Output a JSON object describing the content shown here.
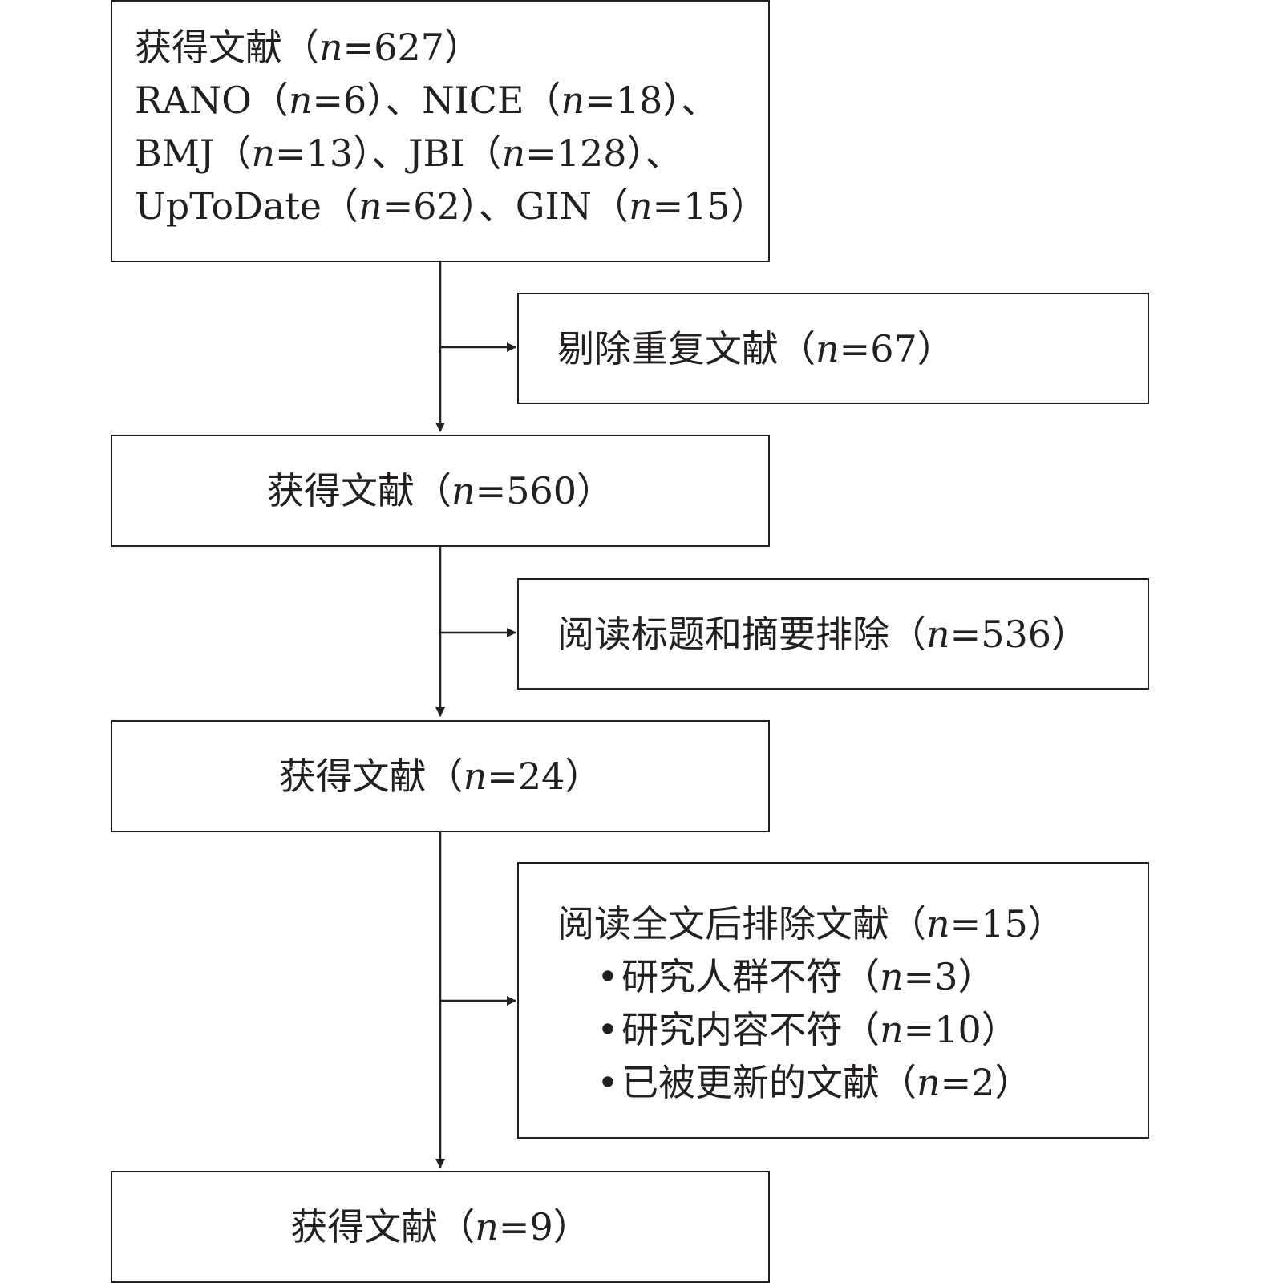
{
  "flow": {
    "step1": {
      "label": "获得文献",
      "count": "627",
      "sources": [
        {
          "name": "RANO",
          "count": "6"
        },
        {
          "name": "NICE",
          "count": "18"
        },
        {
          "name": "BMJ",
          "count": "13"
        },
        {
          "name": "JBI",
          "count": "128"
        },
        {
          "name": "UpToDate",
          "count": "62"
        },
        {
          "name": "GIN",
          "count": "15"
        }
      ]
    },
    "exclude1": {
      "label": "剔除重复文献",
      "count": "67"
    },
    "step2": {
      "label": "获得文献",
      "count": "560"
    },
    "exclude2": {
      "label": "阅读标题和摘要排除",
      "count": "536"
    },
    "step3": {
      "label": "获得文献",
      "count": "24"
    },
    "exclude3": {
      "label": "阅读全文后排除文献",
      "count": "15",
      "reasons": [
        {
          "label": "研究人群不符",
          "count": "3"
        },
        {
          "label": "研究内容不符",
          "count": "10"
        },
        {
          "label": "已被更新的文献",
          "count": "2"
        }
      ]
    },
    "step4": {
      "label": "获得文献",
      "count": "9"
    }
  },
  "symbols": {
    "n": "n",
    "eq": "=",
    "open_paren": "（",
    "close_paren": "）",
    "separator": "、",
    "bullet": "•"
  }
}
